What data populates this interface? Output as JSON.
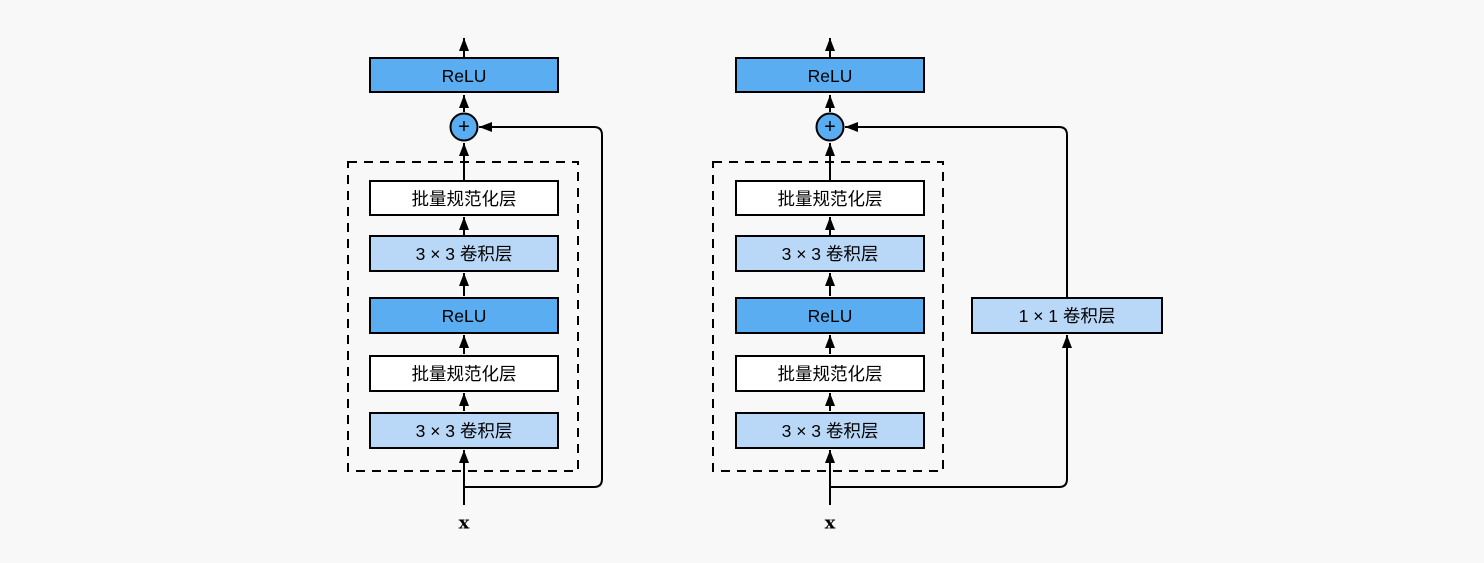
{
  "colors": {
    "background": "#f8f8f8",
    "box_medium_blue": "#5badf2",
    "box_light_blue": "#b9d7f6",
    "box_white": "#ffffff",
    "line": "#000000"
  },
  "left_diagram": {
    "name": "residual-block",
    "output_activation": "ReLU",
    "add_symbol": "+",
    "layers_top_to_bottom": [
      {
        "label": "批量规范化层",
        "fill": "white"
      },
      {
        "label": "3 × 3 卷积层",
        "fill": "light_blue"
      },
      {
        "label": "ReLU",
        "fill": "medium_blue"
      },
      {
        "label": "批量规范化层",
        "fill": "white"
      },
      {
        "label": "3 × 3 卷积层",
        "fill": "light_blue"
      }
    ],
    "input_label": "x"
  },
  "right_diagram": {
    "name": "residual-block-with-1x1-conv",
    "output_activation": "ReLU",
    "add_symbol": "+",
    "layers_top_to_bottom": [
      {
        "label": "批量规范化层",
        "fill": "white"
      },
      {
        "label": "3 × 3 卷积层",
        "fill": "light_blue"
      },
      {
        "label": "ReLU",
        "fill": "medium_blue"
      },
      {
        "label": "批量规范化层",
        "fill": "white"
      },
      {
        "label": "3 × 3 卷积层",
        "fill": "light_blue"
      }
    ],
    "shortcut_layer": {
      "label": "1 × 1 卷积层",
      "fill": "light_blue"
    },
    "input_label": "x"
  }
}
